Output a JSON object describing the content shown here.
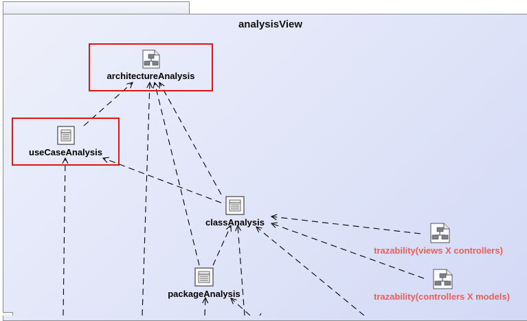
{
  "diagram": {
    "title": "analysisView",
    "nodes": {
      "architectureAnalysis": {
        "label": "architectureAnalysis",
        "icon": "package-diagram-icon",
        "selected": true
      },
      "useCaseAnalysis": {
        "label": "useCaseAnalysis",
        "icon": "class-diagram-icon",
        "selected": true
      },
      "classAnalysis": {
        "label": "classAnalysis",
        "icon": "class-diagram-icon",
        "selected": false
      },
      "packageAnalysis": {
        "label": "packageAnalysis",
        "icon": "class-diagram-icon",
        "selected": false
      },
      "trazViewsControllers": {
        "label": "trazability(views X controllers)",
        "icon": "package-diagram-icon",
        "selected": false
      },
      "trazControllersModels": {
        "label": "trazability(controllers X models)",
        "icon": "package-diagram-icon",
        "selected": false
      }
    },
    "colors": {
      "selection_border": "#e11414",
      "trace_label": "#f05b5b",
      "edge": "#000000"
    }
  }
}
